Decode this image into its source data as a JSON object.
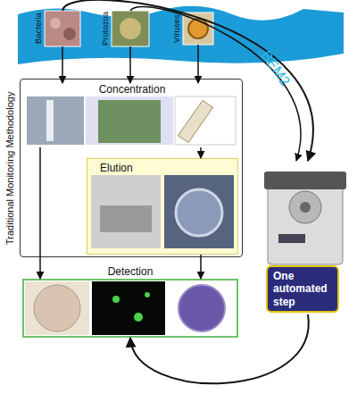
{
  "diagram": {
    "nodes": [
      {
        "text": [
          "Bacteria"
        ]
      },
      {
        "text": [
          "Protozoa"
        ]
      },
      {
        "text": [
          "Viruses"
        ]
      },
      {
        "text": [
          "Traditional Monitoring Methodology"
        ]
      },
      {
        "text": [
          "Concentration"
        ],
        "in": 3
      },
      {
        "text": [
          "Elution"
        ],
        "in": 3
      },
      {
        "text": [
          "Detection"
        ]
      },
      {
        "text": [
          "One automated step"
        ]
      }
    ],
    "edges": [
      {
        "from": 0,
        "to": 4,
        "arrow": "to"
      },
      {
        "from": 1,
        "to": 4,
        "arrow": "to"
      },
      {
        "from": 2,
        "to": 4,
        "arrow": "to"
      },
      {
        "from": 4,
        "to": 5,
        "arrow": "to"
      },
      {
        "from": 4,
        "to": 6,
        "arrow": "to"
      },
      {
        "from": 5,
        "to": 6,
        "arrow": "to"
      },
      {
        "from": 0,
        "to": 7,
        "label": "BEM2",
        "arrow": "to"
      },
      {
        "from": 1,
        "to": 7,
        "arrow": "to"
      },
      {
        "from": 7,
        "to": 6,
        "arrow": "to"
      }
    ]
  }
}
